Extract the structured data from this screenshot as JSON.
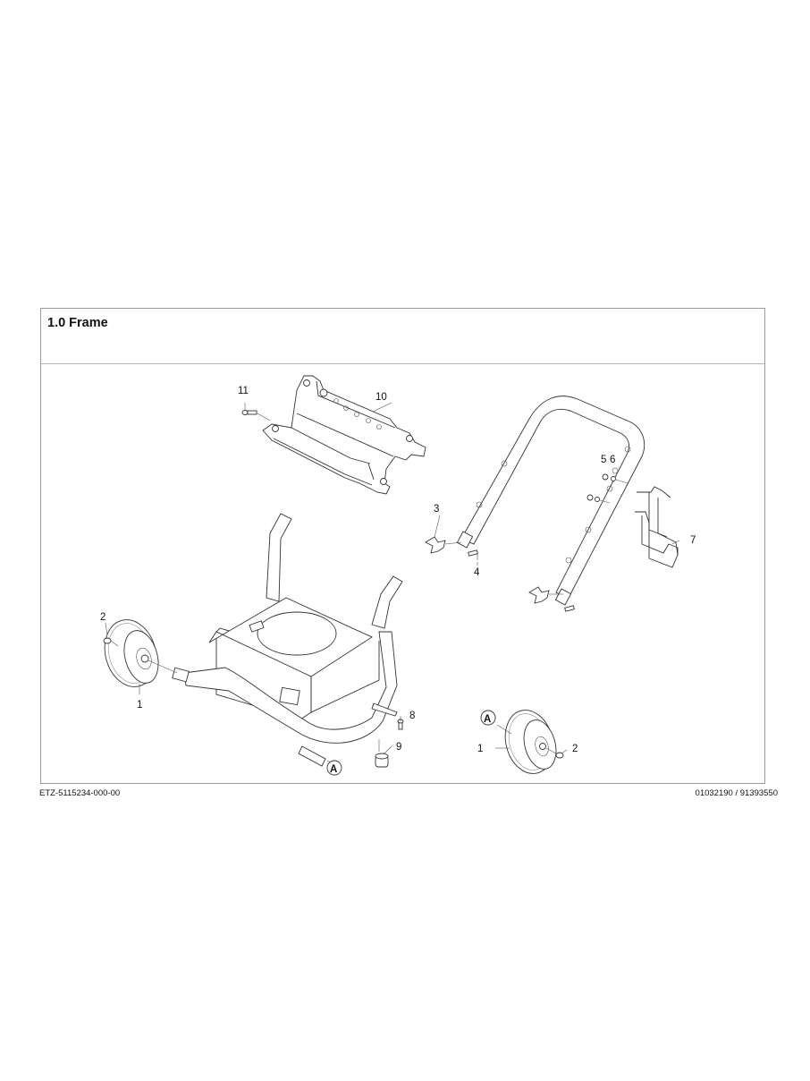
{
  "section": {
    "title": "1.0 Frame"
  },
  "footer": {
    "doc_id": "ETZ-5115234-000-00",
    "part_numbers": "01032190 / 91393550"
  },
  "diagram": {
    "description": "Exploded view of frame assembly",
    "callouts": [
      {
        "id": "c1a",
        "label": "1",
        "part": "wheel-left"
      },
      {
        "id": "c2a",
        "label": "2",
        "part": "wheel-nut-left"
      },
      {
        "id": "c3",
        "label": "3",
        "part": "star-knob"
      },
      {
        "id": "c4",
        "label": "4",
        "part": "handle-bolt"
      },
      {
        "id": "c5",
        "label": "5",
        "part": "nut"
      },
      {
        "id": "c6",
        "label": "6",
        "part": "washer"
      },
      {
        "id": "c7",
        "label": "7",
        "part": "hose-hook"
      },
      {
        "id": "c8",
        "label": "8",
        "part": "foot-screw"
      },
      {
        "id": "c9",
        "label": "9",
        "part": "rubber-foot"
      },
      {
        "id": "c10",
        "label": "10",
        "part": "nozzle-holder-bracket"
      },
      {
        "id": "c11",
        "label": "11",
        "part": "bracket-screw"
      },
      {
        "id": "c1b",
        "label": "1",
        "part": "wheel-right"
      },
      {
        "id": "c2b",
        "label": "2",
        "part": "wheel-nut-right"
      }
    ],
    "reference_markers": [
      {
        "label": "A",
        "position": "axle-end"
      },
      {
        "label": "A",
        "position": "right-wheel"
      }
    ]
  }
}
